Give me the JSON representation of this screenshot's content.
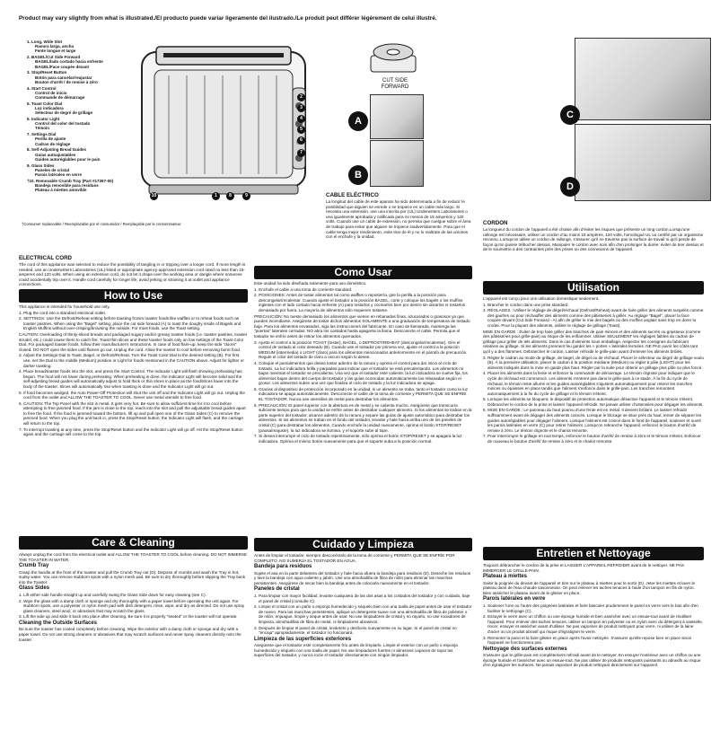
{
  "header": "Product may vary slightly from what is illustrated./El producto puede variar ligeramente del ilustrado./Le produit peut différer légèrement de celui illustré.",
  "labels": {
    "cut_side": "CUT SIDE",
    "forward": "FORWARD",
    "a": "A",
    "b": "B",
    "c": "C",
    "d": "D"
  },
  "parts": [
    {
      "num": "1.",
      "en": "Long, Wide Slot",
      "es": "Ranura larga, ancha",
      "fr": "Fente longue et large"
    },
    {
      "num": "2.",
      "en": "BAGEL/Cut Side Forward",
      "es": "BAGEL/lado cortado hacia enfrente",
      "fr": "BAGEL/Face coupée devant"
    },
    {
      "num": "3.",
      "en": "Stop/Reset Button",
      "es": "Botón para cancelar/reajustar",
      "fr": "Bouton d'arrêt / de remise à zéro"
    },
    {
      "num": "4.",
      "en": "Start Control",
      "es": "Control de inicio",
      "fr": "Commande de démarrage"
    },
    {
      "num": "5.",
      "en": "Toast Color Dial",
      "es": "Luz indicadora",
      "fr": "Sélecteur de degré de grillage"
    },
    {
      "num": "6.",
      "en": "Indicator Light",
      "es": "Control del color del tostado",
      "fr": "Témoin"
    },
    {
      "num": "7.",
      "en": "Settings Dial",
      "es": "Perilla de ajuste",
      "fr": "Cadran de réglage"
    },
    {
      "num": "8.",
      "en": "Self-Adjusting Bread Guides",
      "es": "Guías autoajustables",
      "fr": "Guides autoréglables pour le pain"
    },
    {
      "num": "9.",
      "en": "Glass Sides",
      "es": "Paneles de cristal",
      "fr": "Parois latérales en verre"
    },
    {
      "num": "†10.",
      "en": "Removable Crumb Tray (Part #17397-00)",
      "es": "Bandeja removible para residuos",
      "fr": "Plateau à miettes amovible"
    }
  ],
  "parts_note": "†Consumer replaceable / Reemplazable por el consumidor / Remplaçable par le consommateur",
  "en": {
    "cord_title": "ELECTRICAL CORD",
    "cord_text": "The cord of this appliance was selected to reduce the possibility of tangling in or tripping over a longer cord. If more length is needed, use an Underwriters Laboratories (UL)-listed or appropriate agency-approved extension cord rated no less than 15-amperes and 120 volts. When using an extension cord, do not let it drape over the working area or dangle where someone could accidentally trip over it. Handle cord carefully for longer life; avoid jerking or straining it at outlet and appliance connections.",
    "how_title": "How to Use",
    "how_intro": "This appliance is intended for household use only.",
    "how_steps": [
      "1. Plug the cord into a standard electrical outlet.",
      "2. SETTINGS: Use the Defrost/Reheat setting before toasting frozen toaster foods like waffles or to reheat foods such as toaster pastries. When using the \"Bagel\" setting, place the cut side forward (A) to toast the doughy inside of Bagels and English Muffins without over-crisping/browning the outside. For most foods, use the Toast setting.",
      "CAUTION: Overloading of thinly-sliced breads and packaged sugary and/or greasy toaster foods (i.e. toaster pastries, toaster strudel, etc.) could cause them to catch fire. Toast thin slices and these toaster foods only on low settings of the Toast Color Dial. For packaged toaster foods, follow their manufacturer's instructions. In case of food flare-up, keep the side \"doors\" closed. DO NOT open the sides until flames go out. Unplug the cord. Allow the toaster to cool before removing burnt food.",
      "3. Adjust the Settings Dial to Toast, Bagel, or Defrost/Reheat. Turn the Toast Color Dial to the desired setting (B). For first use, set the Dial to the middle (Medium) position or Light for foods mentioned in the CAUTION above. Adjust for lighter or darker toasting.",
      "4. Place bread/toaster foods into the slot, and press the Start Control. The Indicator Light will flash showing preheating has begun. The food will not lower during preheating. When preheating is done, the Indicator Light will become solid and the self-adjusting bread guides will automatically adjust to hold thick or thin slices in place as the food/slices lower into the body of the toaster. Slices will automatically rise when toasting is done and the Indicator Light will go out.",
      "5. If food becomes wedged, the Auto Power-Off Protection will shut the unit off and the Indicator Light will go out. Unplug the cord from the outlet and ALLOW THE TOASTER TO COOL. Never use metal utensils to free food.",
      "6. CAUTION: The Top Panel with the slot is metal. It gets very hot. Be sure to allow sufficient time for it to cool before attempting to free jammed food. If the jam is close to the top, reach into the slot and pull the adjustable bread guides apart to free the food. If the food is jammed toward the bottom, lift up and pull open one of the Glass Sides (C) to remove the jammed food. When you plug the unit back in, press the Stop/Reset button; the Indicator Light will flash, and the carriage will return to the top.",
      "7. To interrupt toasting at any time, press the Stop/Reset button and the Indicator Light will go off. Hit the Stop/Reset button again and the carriage will come to the top."
    ],
    "care_title": "Care & Cleaning",
    "care_intro": "Always unplug the cord from the electrical outlet and ALLOW THE TOASTER TO COOL before cleaning. DO NOT IMMERSE THE TOASTER IN WATER.",
    "crumb_title": "Crumb Tray",
    "crumb_text": "Grasp the handle at the front of the toaster and pull the Crumb Tray out (D). Dispose of crumbs and wash the Tray in hot, sudsy water. You can remove stubborn spots with a nylon mesh pad. Be sure to dry thoroughly before slipping the Tray back into the Toaster.",
    "glass_title": "Glass Sides",
    "glass_steps": [
      "1. Lift either side handle straight up and carefully swing the Glass Side down for easy cleaning (see C).",
      "2. Wipe the glass with a damp cloth or sponge and dry thoroughly with a paper towel before operating the unit again. For stubborn spots, use a polyester or nylon mesh pad with dish detergent, rinse, wipe, and dry as directed. Do not use spray glass cleaners, steel wool, or abrasives that may scratch the glass.",
      "3. Lift the side up and slide it back into place after cleaning. Be sure it is properly \"seated\" or the toaster will not operate."
    ],
    "ext_title": "Cleaning the Outside Surfaces",
    "ext_text": "Be sure the toaster has cooled completely before cleaning. Wipe the exterior with a damp cloth or sponge and dry with a paper towel. Do not use strong cleaners or abrasives that may scratch surfaces and never spray cleaners directly onto the toaster."
  },
  "es": {
    "cord_title": "CABLE ELÉCTRICO",
    "cord_text": "La longitud del cable de este aparato ha sido determinada a fin de reducir le posibilidad que alguien se enrede o se tropiece en un cable más largo. Si necesita una extensión, use una inscrita por (UL) Underwriters Laboratories o una igualmente aprobada y calificada para no menos de 15 amperios y 120 volts. Cuando use un cable de extensión, no permita que cuelgue sobre el área de trabajo para evitar que alguien se tropiece inadvertidamente. Para que el cable tenga mejor rendimiento, evite tirar de él y no lo maltrate de las uniones con el enchufe y la unidad.",
    "how_title": "Como Usar",
    "how_intro": "Este unidad ha sido diseñada solamente para uso doméstico.",
    "how_steps": [
      "1. Enchufe el cable a una toma de corriente standard.",
      "2. POSICIONES: Antes de tostar alimentos tal como waffles o repostería, gire la perilla a la posición para descongelar/recalentar. Cuando ajuste el tostador a la posición BAGEL, corte y coloque los bagels o los muffins ingleses con el lado cortado hacia enfrente (A) para tostarlos y cocinarlos bien por dentro sin dorarlos ni tostarlos demasiado por fuera. La mayoría de alimentos sólo requieren tostarse.",
      "PRECAUCIÓN: No tueste demasiado los alimentos que vienen en rebanadas finas, azucarados o grasosos ya que pueden incendiarse. Asegúrese de tostar dichos alimentos SOLAMENTE a una graduación de temperatura de tostado baja. Para los alimentos envasados, siga las instrucciones del fabricante. En caso de llamarada, mantenga las \"puertas\" laterales cerradas. NO abra los costados hasta apagarse la llama. Desconecte el cable. Permita que el tostador se enfríe antes de retirar los alimentos quemados.",
      "3. Ajuste el control a la posición TOAST (tostar), BAGEL, o DEFROST/REHEAT (descongelar/recalentar). Gire el control de tostado al color deseado (B). Cuando use el tostador por primera vez, ajuste el control a la posición MEDIUM (intermedia) o LIGHT (claro) para los alimentos mencionados anteriormente en el párrafo de precaución. Regule el color del tostado de claro a oscuro según lo desee.",
      "4. Coloque el pan/alimentos que desea tostar adentro de la ranura y oprima el control para dar inicio al ciclo de tostado. La luz indicadora brilla y parpadea para indicar que el tostador se está precalentando. Los alimentos no bajan mientras el tostador se precalienta. Una vez que el tostador esté caliente, la luz indicadora se vuelve fija, los alimentos bajan dentro del cuerpo del tostador y las guías ocomodan automáticamente las rebanadas según el grosor. Los alimentos suben una vez que finaliza el ciclo de tostado y la luz indicadora se apaga.",
      "5. Gracias al dispositivo de protección incorporado en la unidad, si un alimento se traba, tanto el tostador como la luz indicadora se apaga automáticamente. Desconecte el cable de la toma de corriente y PERMITA QUE SE ENFRÍE EL TOSTADOR. Nunca use utensilios de metal para destrabar los alimentos.",
      "6. PRECAUCIÓN: El panel superior con la abertura es de metal y se calienta mucho. Asegúrese que transcurra suficiente tiempo para que la unidad se enfríe antes de destrabar cualquier alimento. Si los alimentos se traban en la parte superior del tostador, alcance adentro de la ranura y separe las guías de ajuste automático para destrabar los alimentos. Si los alimentos se traban en el fondo del tostador, levante y hale hacia arriba uno de los paneles de cristal (C) para destrabar los alimentos. Cuando enchufe la unidad nuevamente, oprima el botón STOP/RESET (pausa/reajuste), la luz indicadora se ilumina, y el soporte sube al tope.",
      "7. Si desea interrumpir el ciclo de tostado repentinamente, sólo oprima el botón STOP/RESET y se apagará la luz indicadora. Oprima el mismo botón nuevamente para que el soporte suba a la posición normal."
    ],
    "care_title": "Cuidado y Limpieza",
    "care_intro": "Antes de limpiar el tostador, siempre desconéctelo de la toma de corriente y PERMITA QUE SE ENFRÍE POR COMPLETO. NO SUMERJA EL TOSTADOR EN AGUA.",
    "crumb_title": "Bandeja para residuos",
    "crumb_text": "Sujete el asa en la parte delantera del tostador y hale hacia afuera la bandeja para residuos (D). Deseche los residuos y lave la bandeja con agua caliente y jabón. Use una almohadilla de fibra de nilón para eliminar las manchas persistentes. Asegúrese de secar bien la bandeja antes de colocarla nuevamente en el tostador.",
    "glass_title": "Paneles de cristal",
    "glass_steps": [
      "1. Para limpiar con mayor facilidad, levante cualquiera de las dos asas a los costados del tostador y con cuidado, baje el panel de cristal (consulte C).",
      "2. Limpie el cristal con un paño o esponja humedecido y séquelo bien con una toalla de papel antes de usar el tostador de nuevo. Para las manchas persistentes, aplique un detergente suave con una almohadilla de fibra de poliéster o de nilón, enjuague, limpie y seque antes de usar. No use limpiadores de cristal y no rayarlo, no use rociadores de limpieza, almohadillas de fibra de metal, ni limpiadores abrasivos.",
      "3. Después de limpiar el panel de cristal, levántelo y deslícelo nuevamente en su lugar. Si el panel de cristal no \"encaja\" apropiadamente, el tostador no funcionará."
    ],
    "ext_title": "Limpieza de las superficies exteriores",
    "ext_text": "Asegúrese que el tostador esté completamente frío antes de limpiarlo. Limpie el exterior con un paño o esponja humedecido y séquelo con una toalla de papel. No use limpiadores fuertes ni abrasivos capaces de rayar las superficies del tostador, y nunca rocíe el tostador directamente con ningún limpiador."
  },
  "fr": {
    "cord_title": "CORDON",
    "cord_text": "La longueur du cordon de l'appareil a été choisie afin d'éviter les risques que présente un long cordon.Lorsqu'une rallonge est nécessaire, utiliser un cordon d'au moins 15 ampères, 120 volts, homologué UL ou certifié par un organisme reconnu. Lorsqu'on utilise un cordon de rallonge, s'assurer qu'il ne traverse pas la surface de travail ni qu'il pende de façon qu'on puisse trébucher dessus. Manipuler le cordon avec soin afin d'en prolonger la durée; éviter de tirer dessus et de le soumettre à des contraintes près des prises ou des connexions de l'appareil.",
    "how_title": "Utilisation",
    "how_intro": "L'appareil est conçu pour une utilisation domestique seulement.",
    "how_steps": [
      "1. Brancher le cordon dans une prise standard.",
      "2. RÉGLAGES : Utiliser le réglage de dégel/réchaud (Defrost/Reheat) avant de faire griller des aliments surgelés comme des gaufres ou pour réchauffer des aliments comme des pâtisseries à griller. Au réglage \"Bagel\", placer la face coupée devant (Cut Side Forward - A) afin de griller le mie des bagels ou des muffins anglais sans trop en dorer la croûte. Pour la plupart des aliments, utiliser le réglage de grillage (Toast).",
      "MISE EN GARDE : Éviter de trop faire griller des tranches de pain minces et des aliments sucrés ou graisseux (comme des pâtisseries pour grille-pain) au risque de les enflammer. Utiliser SEULEMENT les réglages faibles du cadran de grillage pour griller de tels aliments. Dans le cas d'aliments sous emballage, respecter les consignes du fabricant relatives au grillage. Si les aliments prennent feu garder les « portes » latérales fermées. NE PAS ouvrir les côtés tant qu'il y a des flammes. Débrancher le cordon. Laisser refroidir le grille-pain avant d'enlever les aliments brûlés.",
      "3. Régler le cadran au mode de grillage, de bagel, de dégel ou de réchaud. Placer le sélecteur au degré de grillage voulu (B). À la première utilisation, placer le cadran à la position médiane (Medium) ou régler à pâle (LIGHT) pour les aliments indiqués dans la mise en garde plus haut. Régler par la suite pour obtenir un grillage plus pâle ou plus foncé.",
      "4. Placer les aliments dans la fente et enfoncer la commande de démarrage. Le témoin clignote pour indiquer que le cycle de réchaud est commencé. Les aliments n'entrent pas dans le grille-pain à ce stade. À la fin du cycle de réchaud, le témoin reste allumé et les guides autoréglables s'ajustent automatiquement pour retenir les tranches minces ou épaisses en place tandis que l'aliment s'enfonce dans le grille-pain. Les tranches remontent automatiquement à la fin du cycle de grillage et le témoin s'éteint.",
      "5. Lorsque les aliments se bloquent, le dispositif de protection automatique désactive l'appareil et le témoin s'éteint. Débrancher le cordon de la prise et laisser l'appareil refroidir. Ne jamais utiliser d'ustensiles pour dégager les aliments.",
      "6. MISE EN GARDE : Le panneau du haut pourvu d'une fente est en métal. Il devient brûlant. Le laisser refroidir suffisamment avant de dégager des aliments coincés. Lorsque le blocage se situe près du haut, tenter de séparer les guides autoréglables pour dégager l'aliment. Lorsque l'aliment est coincé dans le fond de l'appareil, soulever et ouvrir les parois latérales en verre (C) pour retirer l'aliment. Lorsqu'on rebranche l'appareil, enfoncer le bouton d'arrêt/ de remise à zéro. Le témoin clignote et le chariot remonte.",
      "7. Pour interrompre le grillage en tout temps, enfoncer le bouton d'arrêt/ de remise à zéro et le témoin s'éteint. Enfoncer de nouveau le bouton d'arrêt/ de remise à zéro et le chariot remonte."
    ],
    "care_title": "Entretien et Nettoyage",
    "care_intro": "Toujours débrancher le cordon de la prise et LAISSER L'APPAREIL REFROIDIR avant de le nettoyer. NE PAS IMMERGER LE GRILLE-PAIN.",
    "crumb_title": "Plateau à miettes",
    "crumb_text": "Saisir la poignée du devant de l'appareil et tirer sur le plateau à miettes pour le sortir (D). Jeter les miettes et laver le plateau dans de l'eau chaude savonneuse. On peut enlever les taches tenaces à l'aide d'un tampon en fils de nylon. Bien assécher le plateau avant de le glisser en place.",
    "glass_title": "Parois latérales en verre",
    "glass_steps": [
      "1. Soulever l'une ou l'autre des poignées latérales et faire basculer prudemment le panel en verre vers le bas afin d'en faciliter le nettoyage (C).",
      "2. Essuyer le verre avec un chiffon ou une éponge humide et bien assécher avec un essuie-tout avant de réutiliser l'appareil. Pour enlever des taches tenaces, utiliser un tampon en polyester ou en nylon avec du détergent à vaisselle, rincer, essuyer et assécher avant d'utiliser. Ne pas vaporiser de produit nettoyant pour verre, ni utiliser de la laine d'acier ou un produit abrasif qui risque d'égratigner le verre.",
      "3. Remonter la paroi et la faire glisser en place après l'avoir nettoyée. S'assurer qu'elle repose bien en place sinon l'appareil ne fonctionnera pas."
    ],
    "ext_title": "Nettoyage des surfaces externes",
    "ext_text": "S'assurer que le grille-pain est complètement refroidi avant de le nettoyer. En essuyer l'extérieur avec un chiffon ou une éponge humide et l'assécher avec un essuie-tout. Ne pas utiliser de produits nettoyants puissants ou abrasifs au risque d'en égratigner les surfaces. Ne jamais vaporiser de produit nettoyant directement sur l'appareil."
  }
}
